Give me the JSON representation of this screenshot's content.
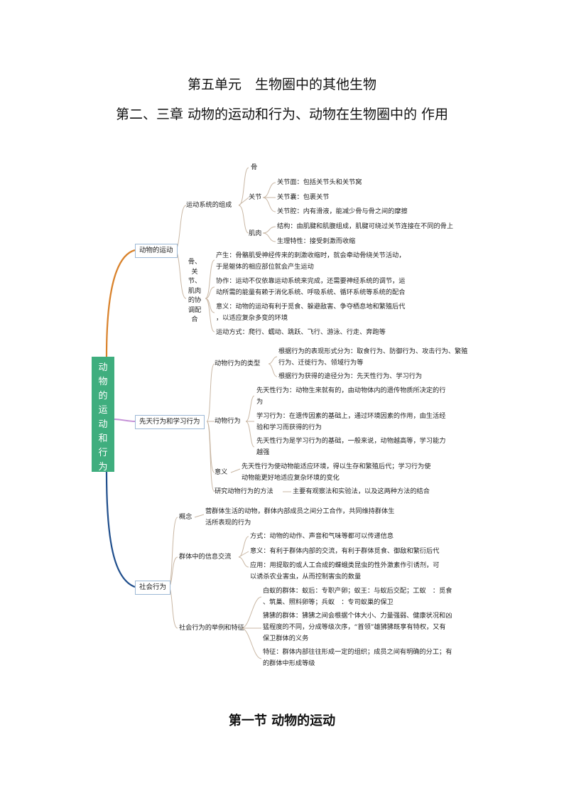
{
  "titles": {
    "unit": "第五单元　生物圈中的其他生物",
    "chapter": "第二、三章  动物的运动和行为、动物在生物圈中的 作用",
    "section": "第一节  动物的运动"
  },
  "root": "动物的运动和行为",
  "branch1": {
    "label": "动物的运动",
    "composition": "运动系统的组成",
    "bone": "骨",
    "joint": "关节",
    "joint_surface": "关节面：包括关节头和关节窝",
    "joint_capsule": "关节囊：包裹关节",
    "joint_cavity": "关节腔：内有滑液，能减少骨与骨之间的摩擦",
    "muscle": "肌肉",
    "muscle_structure": "结构：由肌腱和肌腹组成，肌腱可绕过关节连接在不同的骨上",
    "muscle_property": "生理特性：接受刺激而收缩",
    "coordination": "骨、关节、肌肉的协调配合",
    "produce_1": "产生：骨骼肌受神经传来的刺激收缩时，就会牵动骨绕关节活动，",
    "produce_2": "于是躯体的相应部位就会产生运动",
    "cooperate_1": "协作：运动不仅依靠运动系统来完成，还需要神经系统的调节，运",
    "cooperate_2": "动所需的能量有赖于消化系统、呼吸系统、循环系统等系统的配合",
    "meaning_1": "意义：动物的运动有利于觅食、躲避敌害、争夺栖息地和繁殖后代",
    "meaning_2": "，以适应复杂多变的环境",
    "modes": "运动方式：爬行、蠕动、跳跃、飞行、游泳、行走、奔跑等"
  },
  "branch2": {
    "label": "先天行为和学习行为",
    "types": "动物行为的类型",
    "type_a_1": "根据行为的表现形式分为：取食行为、防御行为、攻击行为、繁殖",
    "type_a_2": "行为、迁徙行为、领域行为等",
    "type_b": "根据行为获得的途径分为：先天性行为、学习行为",
    "behavior": "动物行为",
    "innate_1": "先天性行为：动物生来就有的，由动物体内的遗传物质所决定的行",
    "innate_2": "为",
    "learned_1": "学习行为：在遗传因素的基础上，通过环境因素的作用，由生活经",
    "learned_2": "验和学习而获得的行为",
    "basis_1": "先天性行为是学习行为的基础，一般来说，动物越高等，学习能力",
    "basis_2": "越强",
    "significance": "意义",
    "sig_1": "先天性行为使动物能适应环境，得以生存和繁殖后代；学习行为使",
    "sig_2": "动物能更好地适应复杂环境的变化",
    "method": "研究动物行为的方法",
    "method_text": "主要有观察法和实验法，以及这两种方法的结合"
  },
  "branch3": {
    "label": "社会行为",
    "concept": "概念",
    "concept_1": "营群体生活的动物，群体内部成员之间分工合作，共同维持群体生",
    "concept_2": "活所表现的行为",
    "info": "群体中的信息交流",
    "info_way": "方式：动物的动作、声音和气味等都可以传递信息",
    "info_meaning": "意义：有利于群体内部的交流，有利于群体觅食、御敌和繁衍后代",
    "info_app_1": "应用：用提取的或人工合成的蝶蛾类昆虫的性外激素作引诱剂，可",
    "info_app_2": "以诱杀农业害虫，从而控制害虫的数量",
    "examples": "社会行为的举例和特征",
    "ant_1": "白蚁的群体：蚁后：专职产卵；蚁王：与蚁后交配；工蚁　：觅食",
    "ant_2": "、筑巢、照料卵等；兵蚁　：专司蚁巢的保卫",
    "baboon_1": "狒狒的群体：狒狒之间会根据个体大小、力量强弱、健康状况和凶",
    "baboon_2": "猛程度的不同，分成等级次序，“首领”雄狒狒既享有特权，又有",
    "baboon_3": "保卫群体的义务",
    "feature_1": "特征：群体内部往往形成一定的组织；成员之间有明确的分工；有",
    "feature_2": "的群体中形成等级"
  },
  "colors": {
    "root_bg": "#3fae7e",
    "branch1_line": "#d9822b",
    "branch2_line": "#c48fd6",
    "branch3_line": "#1f4e8c",
    "thin_line": "#c9b7a4",
    "box_border": "#9db9d6"
  }
}
